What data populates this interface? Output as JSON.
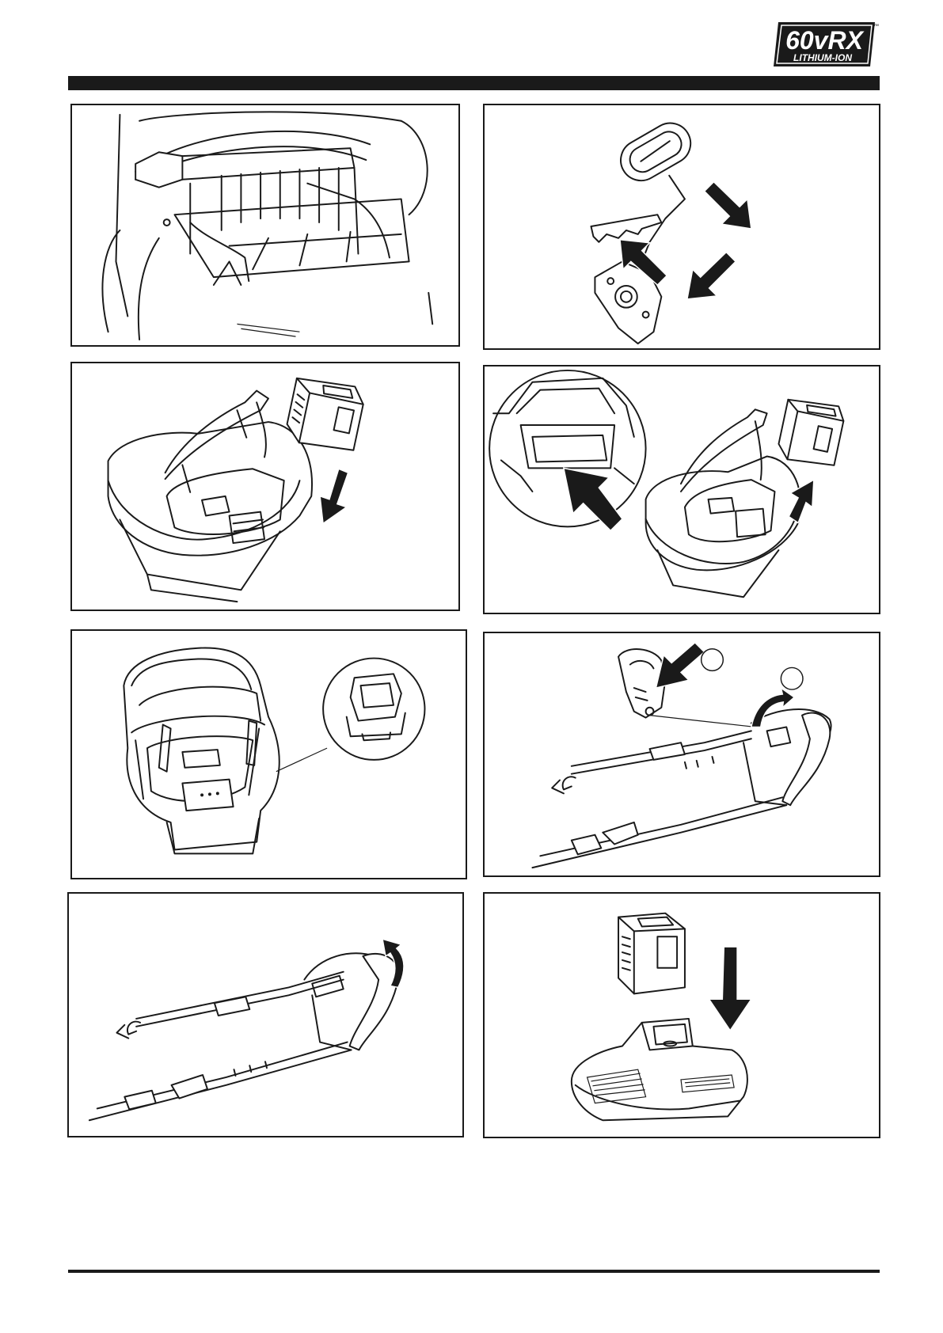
{
  "header": {
    "logo_main": "60vRX",
    "logo_sub": "LITHIUM-ION",
    "logo_tm": "™"
  },
  "colors": {
    "ink": "#1a1a1a",
    "paper": "#ffffff"
  },
  "figures": [
    {
      "id": "fig-1",
      "icon": "mower-deck-chute-illustration"
    },
    {
      "id": "fig-2",
      "icon": "safety-key-clip-illustration"
    },
    {
      "id": "fig-3",
      "icon": "battery-insert-illustration"
    },
    {
      "id": "fig-4",
      "icon": "battery-release-illustration"
    },
    {
      "id": "fig-5",
      "icon": "battery-installed-illustration"
    },
    {
      "id": "fig-6",
      "icon": "handle-lever-illustration"
    },
    {
      "id": "fig-7",
      "icon": "handle-fold-illustration"
    },
    {
      "id": "fig-8",
      "icon": "battery-charger-illustration"
    }
  ]
}
